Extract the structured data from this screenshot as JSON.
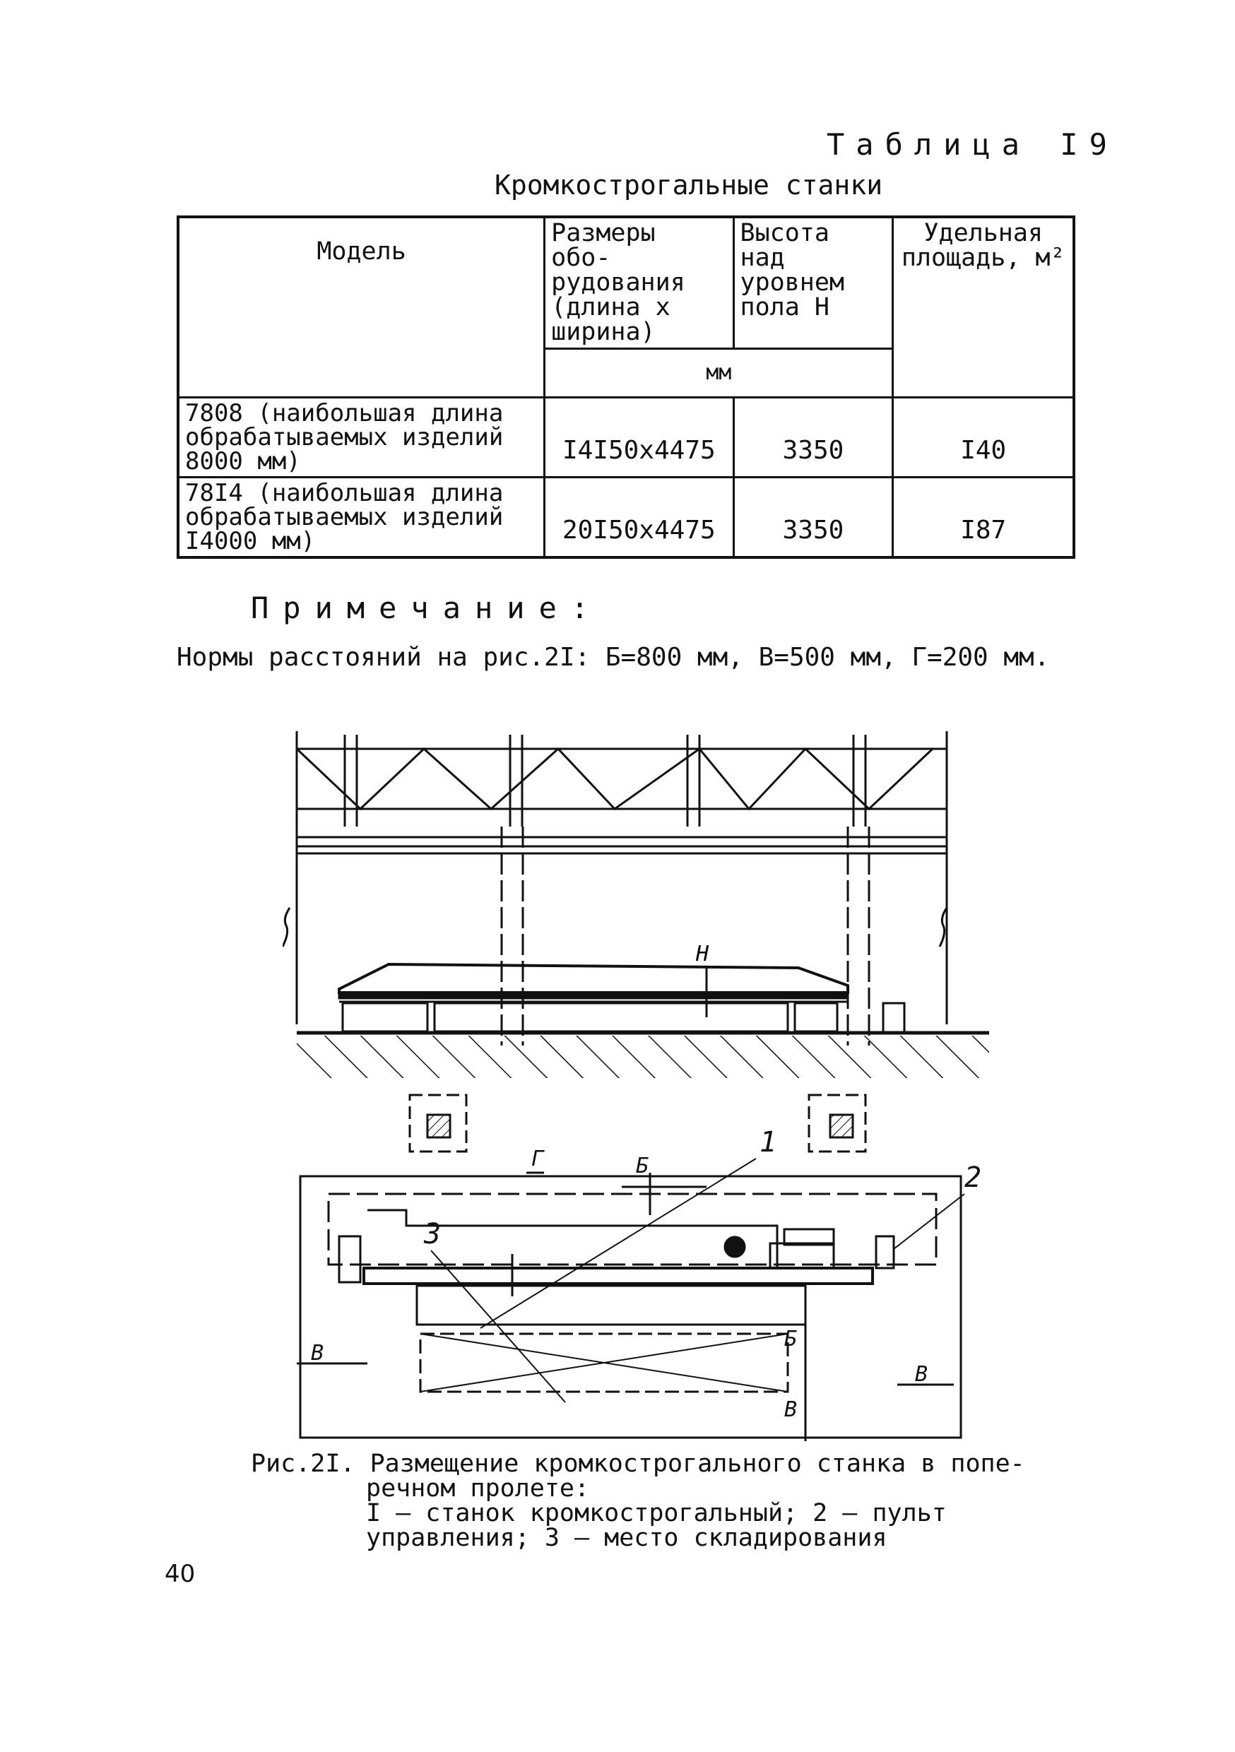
{
  "table_number": "Таблица I9",
  "table_title": "Кромкострогальные станки",
  "table": {
    "headers": {
      "model": "Модель",
      "size": "Размеры обо-рудования (длина х ширина)",
      "height": "Высота над уровнем пола H",
      "area": "Удельная площадь, м²",
      "units": "мм"
    },
    "rows": [
      {
        "model": "7808 (наибольшая длина обрабатываемых изделий 8000 мм)",
        "size": "I4I50x4475",
        "height": "3350",
        "area": "I40"
      },
      {
        "model": "78I4 (наибольшая длина обрабатываемых изделий I4000 мм)",
        "size": "20I50x4475",
        "height": "3350",
        "area": "I87"
      }
    ]
  },
  "note_label": "Примечание:",
  "note_text": "Нормы расстояний на рис.2I: Б=800 мм, В=500 мм, Г=200 мм.",
  "figure": {
    "label_h": "H",
    "callout_1": "1",
    "callout_2": "2",
    "callout_3": "3",
    "dim_b": "Б",
    "dim_v": "В",
    "dim_g": "Г"
  },
  "caption": {
    "line1": "Рис.2I. Размещение кромкострогального станка в попе-",
    "line2": "речном пролете:",
    "line3": "I – станок кромкострогальный; 2 – пульт",
    "line4": "управления; 3 – место складирования"
  },
  "page_number": "40"
}
